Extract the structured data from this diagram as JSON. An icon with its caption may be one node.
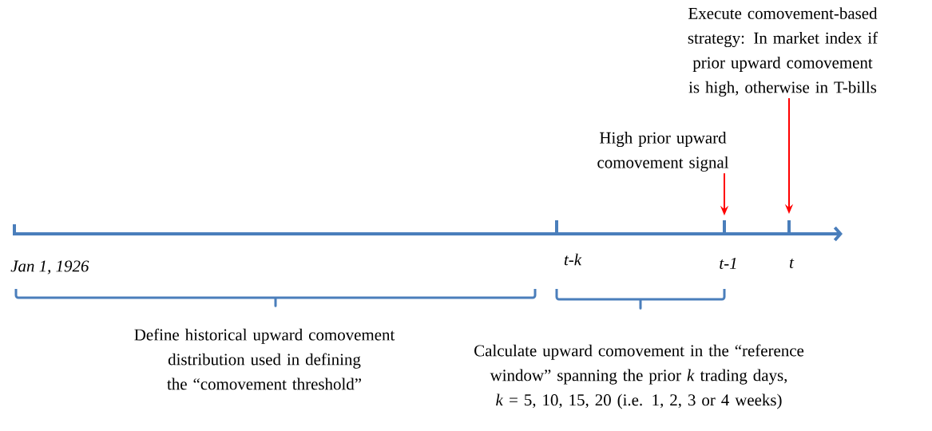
{
  "diagram": {
    "nodes": [
      {
        "text": [
          "Execute comovement-based strategy: In market index if prior upward comovement is high, otherwise in T-bills"
        ]
      },
      {
        "text": [
          "High prior upward comovement signal"
        ]
      }
    ],
    "edges": [
      {
        "from": 0,
        "to": null,
        "arrow": "to"
      },
      {
        "from": 1,
        "to": null,
        "arrow": "to"
      }
    ],
    "labels": [
      "Jan 1, 1926",
      "t-k",
      "t-1",
      "t",
      "Define historical upward comovement distribution used in defining the “comovement threshold”",
      "Calculate upward comovement in the “reference window” spanning the prior *k* trading days, *k* = 5, 10, 15, 20 (i.e. 1, 2, 3 or 4 weeks)"
    ]
  }
}
